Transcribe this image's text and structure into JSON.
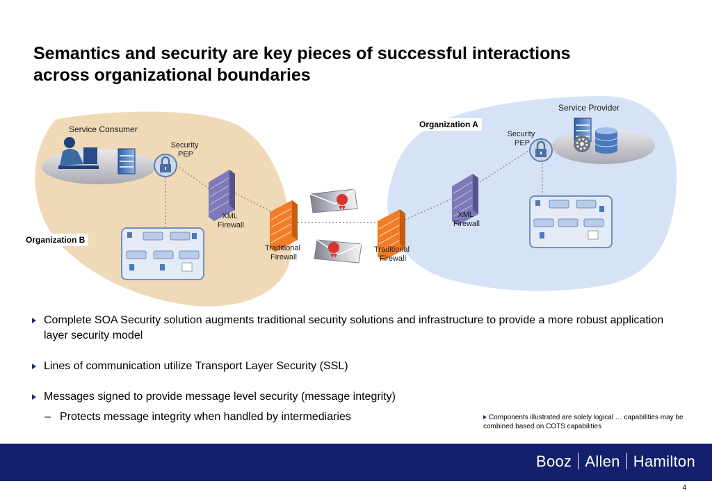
{
  "slide": {
    "title_line1": "Semantics and security are key pieces of successful interactions",
    "title_line2": "across organizational boundaries",
    "page_number": "4"
  },
  "diagram": {
    "consumer_label": "Service Consumer",
    "provider_label": "Service Provider",
    "org_a_label": "Organization A",
    "org_b_label": "Organization B",
    "security_pep_left": {
      "line1": "Security",
      "line2": "PEP"
    },
    "security_pep_right": {
      "line1": "Security",
      "line2": "PEP"
    },
    "xml_firewall_left": {
      "line1": "XML",
      "line2": "Firewall"
    },
    "xml_firewall_right": {
      "line1": "XML",
      "line2": "Firewall"
    },
    "traditional_firewall_left": {
      "line1": "Traditional",
      "line2": "Firewall"
    },
    "traditional_firewall_right": {
      "line1": "Traditional",
      "line2": "Firewall"
    },
    "colors": {
      "org_b_blob": "#efd9b7",
      "org_a_blob": "#d6e2f5",
      "firewall_orange": "#f07c27",
      "firewall_purple": "#7c7ab8"
    }
  },
  "bullets": [
    {
      "text": "Complete SOA Security solution augments traditional security solutions and infrastructure to provide a more robust application layer security model"
    },
    {
      "text": "Lines of communication utilize Transport Layer Security (SSL)"
    },
    {
      "text": "Messages signed to provide message level security (message integrity)"
    }
  ],
  "sub_bullet": {
    "dash": "–",
    "text": "Protects message integrity when handled by intermediaries"
  },
  "note": {
    "text": "Components illustrated are solely logical … capabilities may be combined based on  COTS capabilities"
  },
  "footer": {
    "brand_part1": "Booz",
    "brand_part2": "Allen",
    "brand_part3": "Hamilton"
  }
}
